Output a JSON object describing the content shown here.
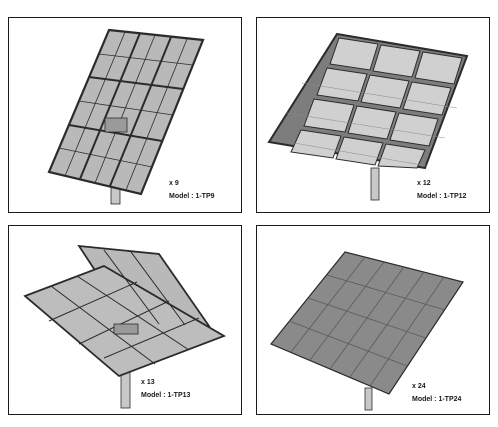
{
  "products": [
    {
      "quantity": "x 9",
      "model": "Model : 1-TP9"
    },
    {
      "quantity": "x 12",
      "model": "Model : 1-TP12"
    },
    {
      "quantity": "x 13",
      "model": "Model : 1-TP13"
    },
    {
      "quantity": "x 24",
      "model": "Model : 1-TP24"
    }
  ],
  "colors": {
    "frame": "#2b2b2b",
    "glass": "#b9b9b9",
    "glass_dark": "#7d7d7d",
    "cell": "#d9d9d9",
    "pole": "#c8c8c8",
    "border": "#1a1a1a"
  }
}
